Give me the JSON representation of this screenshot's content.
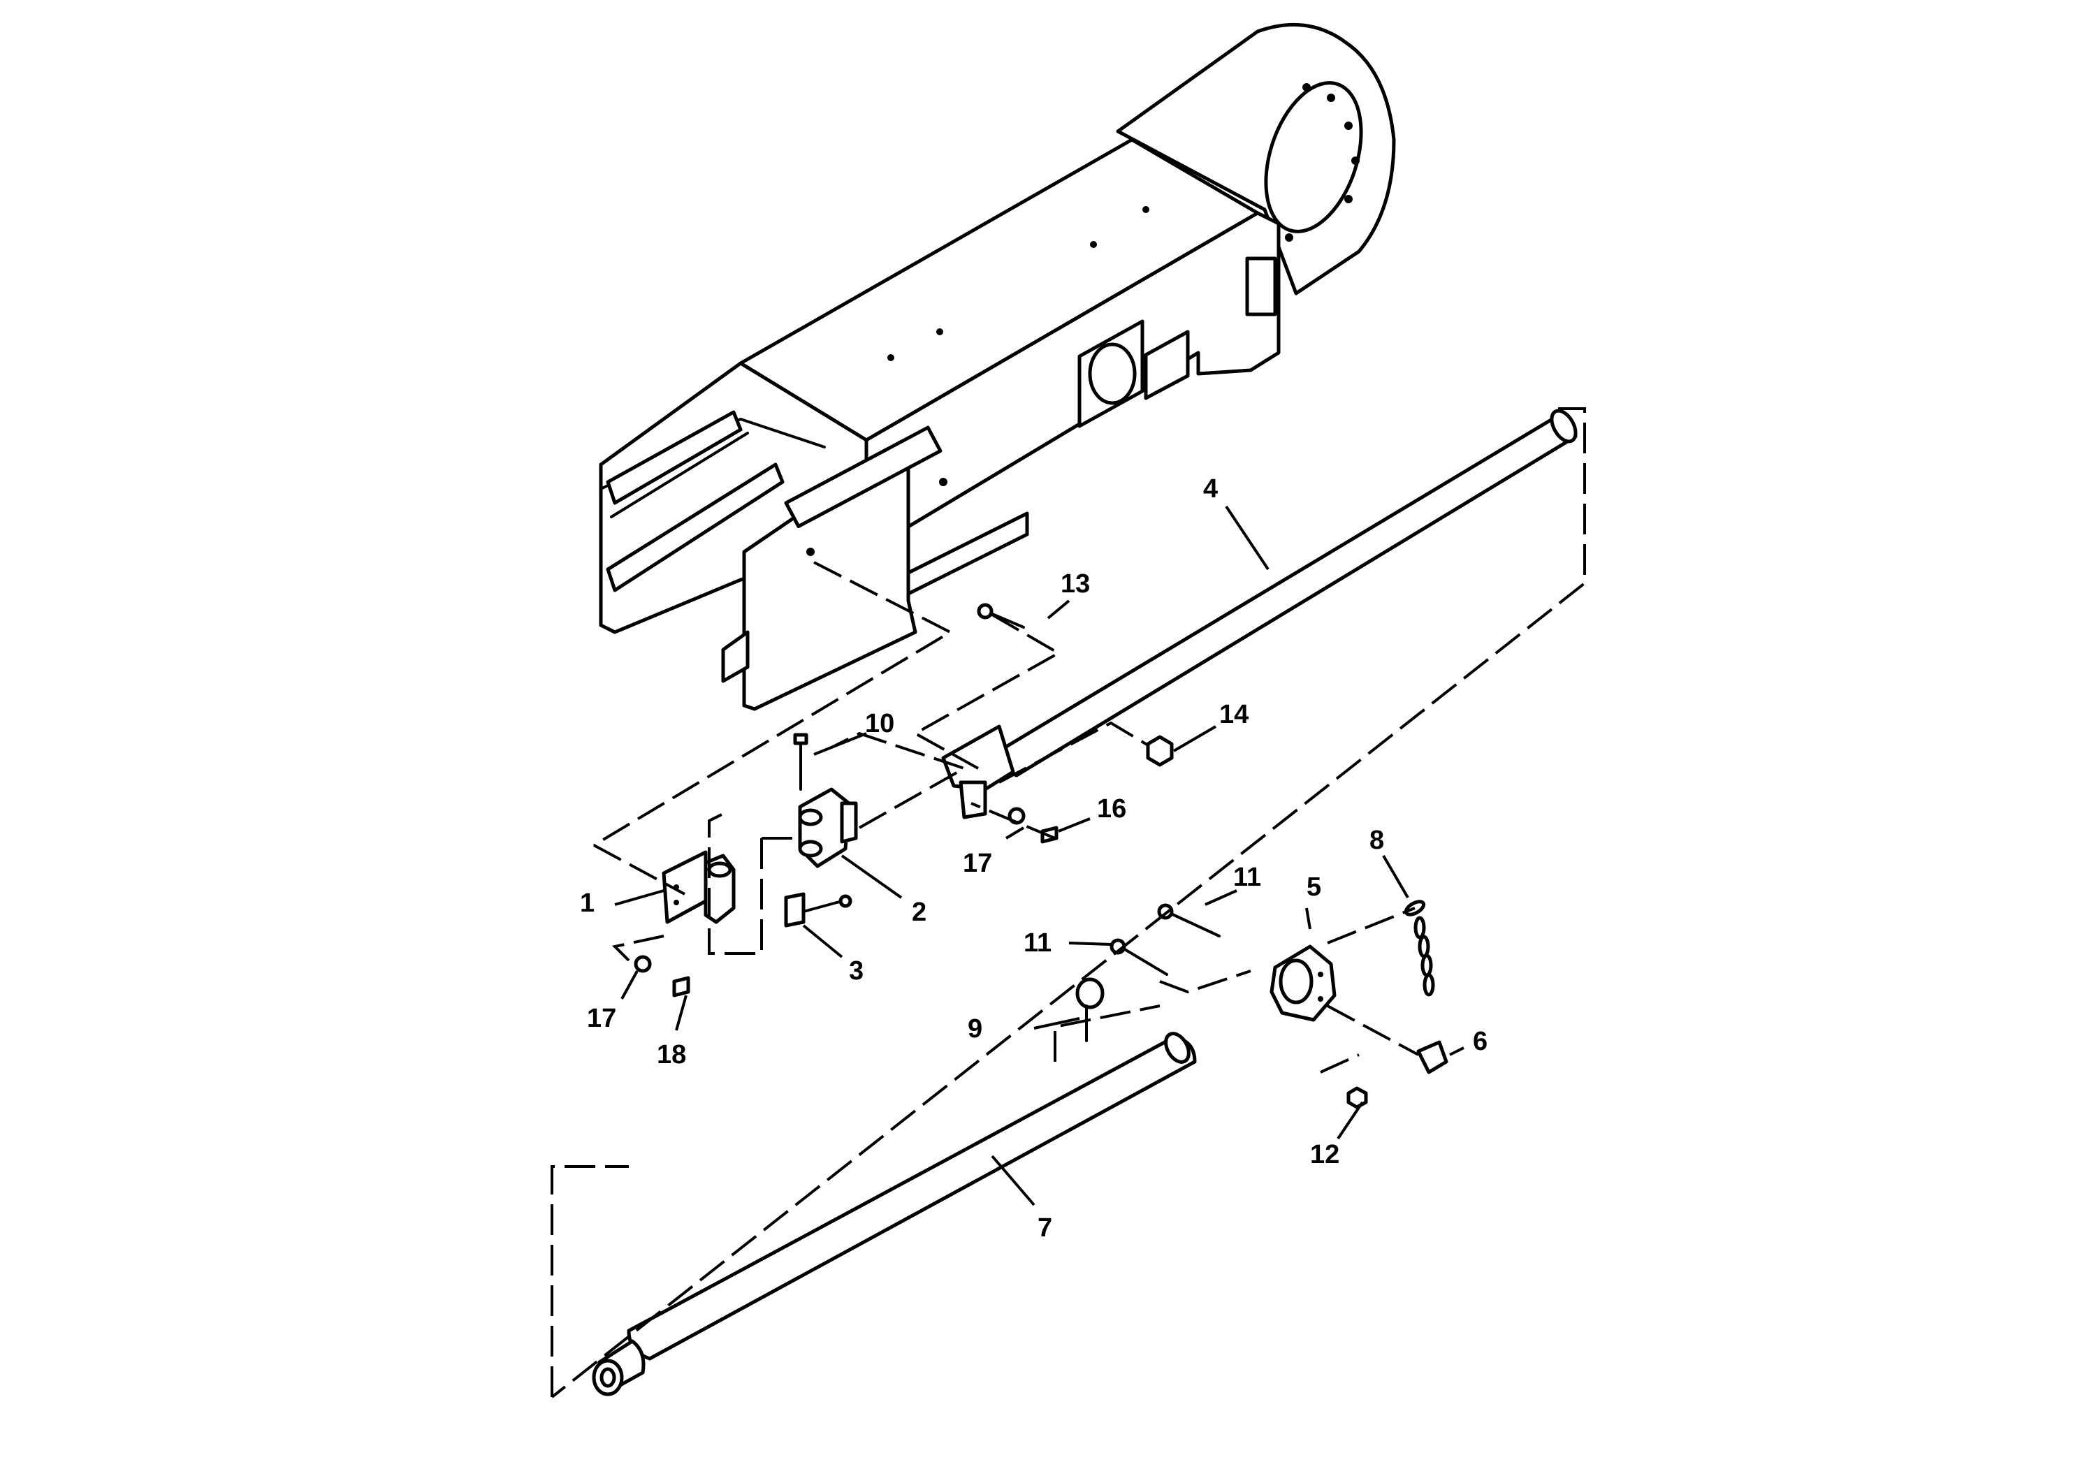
{
  "diagram": {
    "callouts": [
      "1",
      "2",
      "3",
      "4",
      "5",
      "6",
      "7",
      "8",
      "9",
      "10",
      "11",
      "11",
      "12",
      "13",
      "14",
      "16",
      "17",
      "17",
      "18"
    ]
  }
}
